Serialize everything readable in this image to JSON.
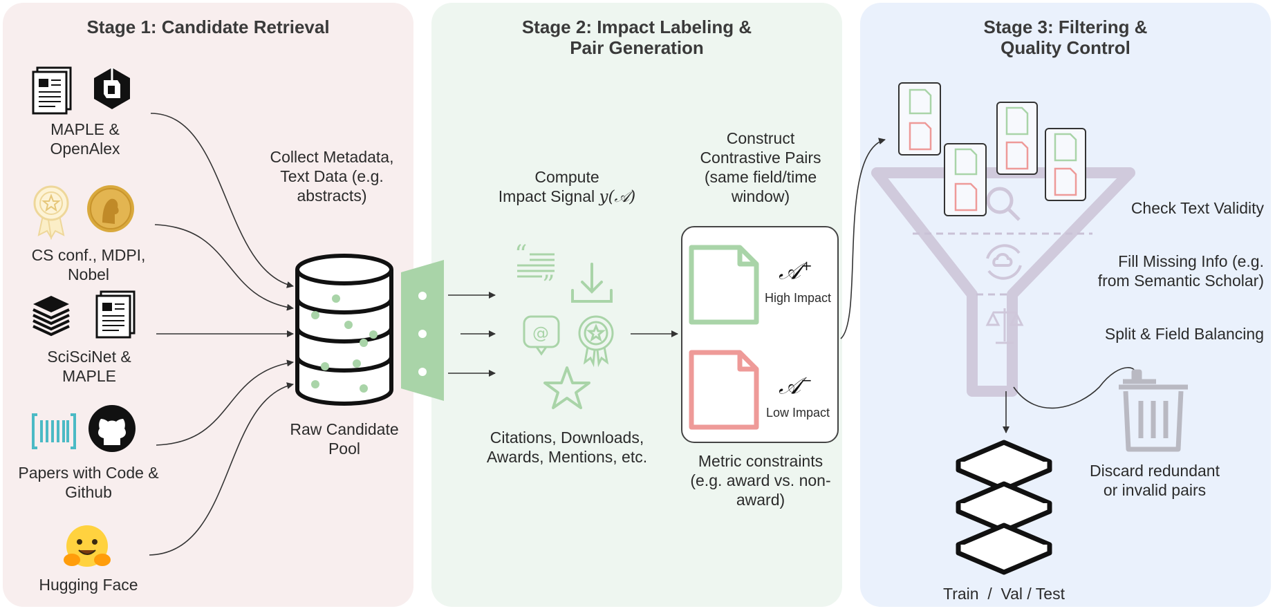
{
  "stages": [
    {
      "title_line1": "Stage 1: Candidate Retrieval",
      "title_line2": ""
    },
    {
      "title_line1": "Stage 2: Impact Labeling &",
      "title_line2": "Pair Generation"
    },
    {
      "title_line1": "Stage 3: Filtering &",
      "title_line2": "Quality Control"
    }
  ],
  "stage1": {
    "sources": [
      {
        "line1": "MAPLE &",
        "line2": "OpenAlex",
        "icons": [
          "document-icon",
          "openalex-logo-icon"
        ]
      },
      {
        "line1": "CS conf., MDPI,",
        "line2": "Nobel",
        "icons": [
          "award-ribbon-icon",
          "nobel-medal-icon"
        ]
      },
      {
        "line1": "SciSciNet &",
        "line2": "MAPLE",
        "icons": [
          "layers-stack-icon",
          "document-icon"
        ]
      },
      {
        "line1": "Papers with Code &",
        "line2": "Github",
        "icons": [
          "papers-with-code-icon",
          "github-icon"
        ]
      },
      {
        "line1": "Hugging Face",
        "line2": "",
        "icons": [
          "hugging-face-emoji-icon"
        ]
      }
    ],
    "collect_label": [
      "Collect Metadata,",
      "Text Data (e.g.",
      "abstracts)"
    ],
    "pool_label": [
      "Raw Candidate",
      "Pool"
    ]
  },
  "stage2": {
    "compute_label": [
      "Compute",
      "Impact Signal"
    ],
    "signal_symbol": "y(𝒜)",
    "signals_label": [
      "Citations, Downloads,",
      "Awards, Mentions, etc."
    ],
    "construct_label": [
      "Construct",
      "Contrastive Pairs",
      "(same field/time",
      "window)"
    ],
    "pair_high_symbol": "𝒜",
    "pair_high_sup": "+",
    "pair_high_label": "High Impact",
    "pair_low_symbol": "𝒜",
    "pair_low_sup": "−",
    "pair_low_label": "Low Impact",
    "constraints_label": [
      "Metric constraints",
      "(e.g. award vs. non-",
      "award)"
    ],
    "icons": [
      "quote-icon",
      "download-icon",
      "mention-icon",
      "award-badge-icon",
      "star-icon"
    ]
  },
  "stage3": {
    "checks": [
      [
        "Check Text Validity"
      ],
      [
        "Fill Missing Info (e.g.",
        "from Semantic Scholar)"
      ],
      [
        "Split & Field Balancing"
      ]
    ],
    "discard_label": [
      "Discard redundant",
      "or invalid pairs"
    ],
    "output_label": "Train  /  Val / Test",
    "icons": [
      "funnel-icon",
      "search-icon",
      "cloud-sync-icon",
      "balance-scale-icon",
      "trash-icon",
      "dataset-layers-icon"
    ]
  },
  "colors": {
    "green": "#a9d4a8",
    "red": "#ee9a98",
    "funnel": "#cfc7da",
    "dark": "#111111"
  }
}
